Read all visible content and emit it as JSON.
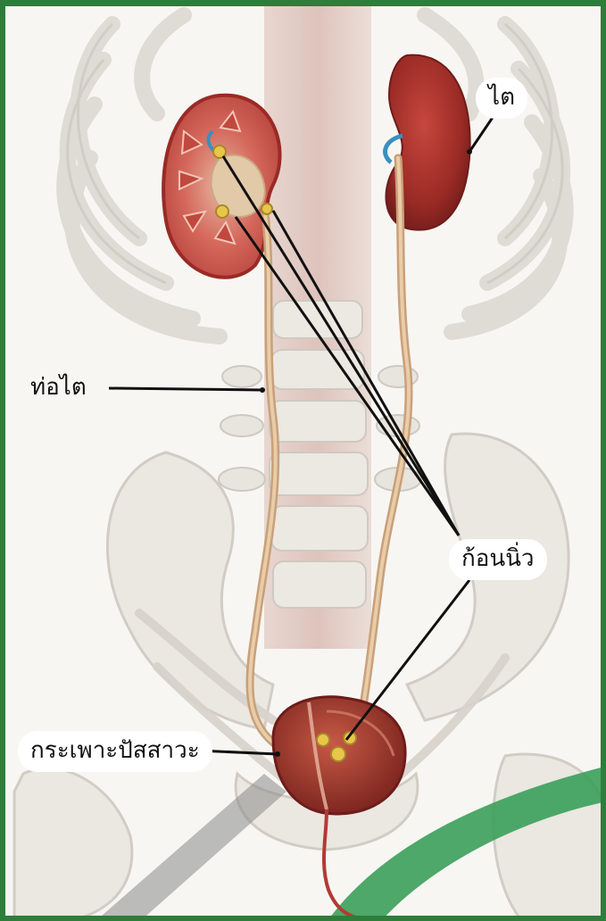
{
  "labels": {
    "kidney": "ไต",
    "ureter": "ท่อไต",
    "stones": "ก้อนนิ่ว",
    "bladder": "กระเพาะปัสสาวะ"
  },
  "colors": {
    "frame": "#2e7d3a",
    "bone": "#e6e3de",
    "bone_shadow": "#cfcac3",
    "kidney_red": "#a8322c",
    "kidney_cortex": "#d4665a",
    "ureter_tan": "#d9b48a",
    "stone_yellow": "#e8c64a",
    "bladder_red": "#a83a30",
    "urethra": "#b23a34",
    "green_swoosh": "#3aa05a",
    "leader_line": "#111111"
  }
}
